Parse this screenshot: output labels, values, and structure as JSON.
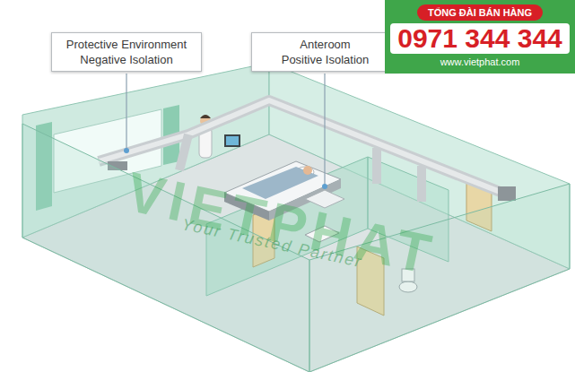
{
  "diagram": {
    "nodes": [
      {
        "text": [
          "Protective Environment Negative Isolation"
        ]
      },
      {
        "text": [
          "Anteroom Positive Isolation"
        ]
      },
      {
        "text": [
          "TỔNG ĐÀI BÁN HÀNG",
          "0971 344 344",
          "www.vietphat.com"
        ]
      }
    ],
    "labels": [
      "VIETPHAT",
      "Your Trusted Partner"
    ]
  }
}
